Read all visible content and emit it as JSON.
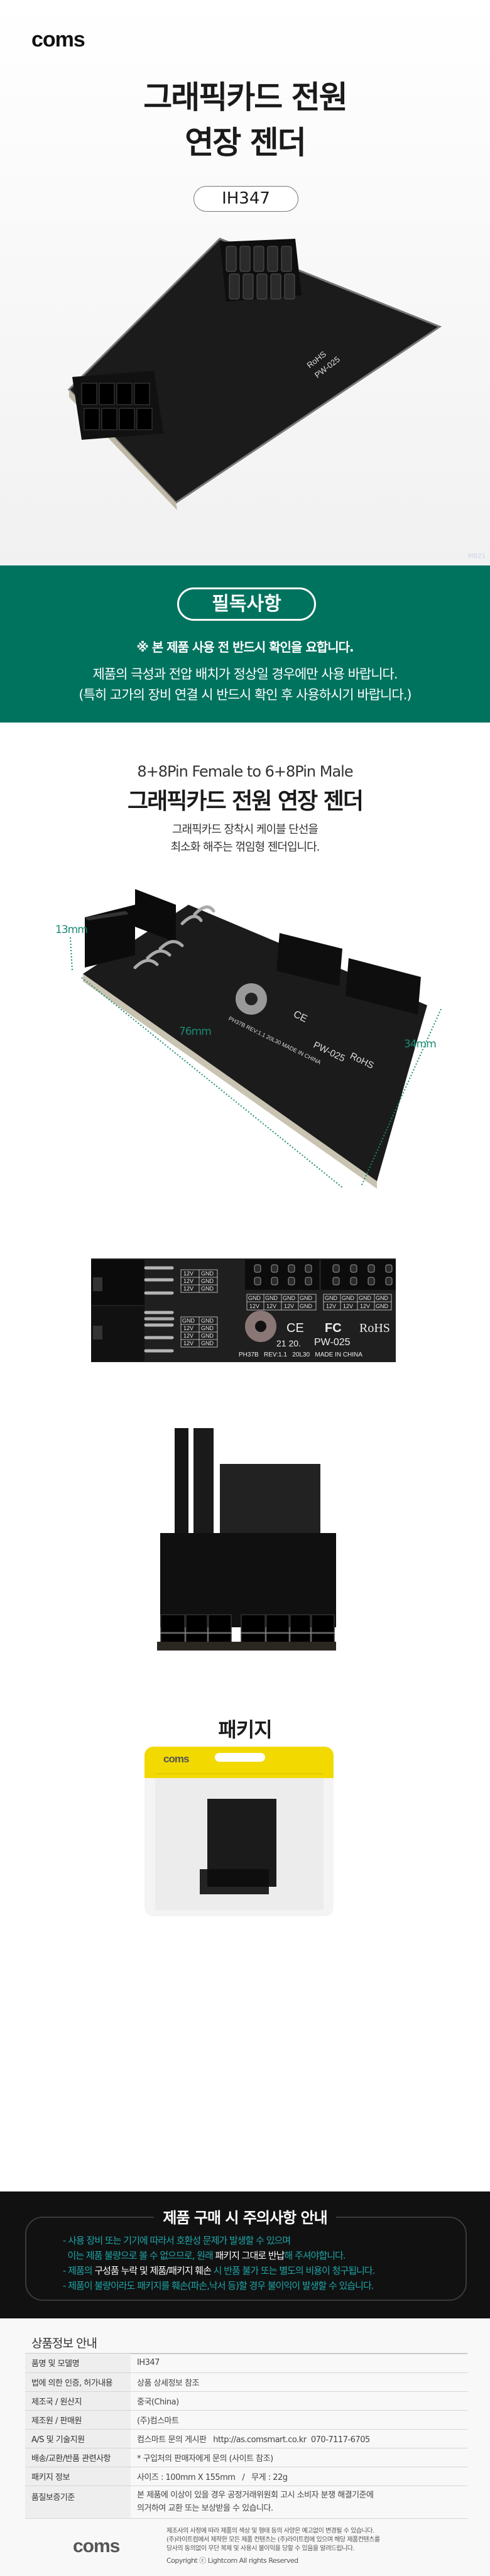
{
  "brand": {
    "logo": "coms"
  },
  "hero": {
    "title_line1": "그래픽카드 전원",
    "title_line2": "연장 젠더",
    "model_badge": "IH347",
    "watermark": "MB21"
  },
  "notice": {
    "badge": "필독사항",
    "headline": "※ 본 제품 사용 전 반드시 확인을 요합니다.",
    "line1": "제품의 극성과 전압 배치가 정상일 경우에만 사용 바랍니다.",
    "line2": "(특히 고가의 장비 연결 시 반드시 확인 후 사용하시기 바랍니다.)"
  },
  "intro": {
    "subtitle": "8+8Pin Female to 6+8Pin Male",
    "title": "그래픽카드 전원 연장 젠더",
    "desc_line1": "그래픽카드 장착시 케이블 단선을",
    "desc_line2": "최소화 해주는 꺾임형 젠더입니다."
  },
  "dimensions": {
    "height": "13mm",
    "length": "76mm",
    "width": "34mm"
  },
  "pcb": {
    "v12": "12V",
    "gnd": "GND",
    "ce": "CE",
    "fc": "FC",
    "rohs": "RoHS",
    "date_code": "21 20.",
    "model": "PW-025",
    "bottom_line": "PH37B   REV:1.1   20L30   MADE IN CHINA"
  },
  "package": {
    "title": "패키지",
    "bag_logo": "coms"
  },
  "caution": {
    "title": "제품 구매 시 주의사항 안내",
    "lines": [
      [
        {
          "t": "- 사용 장비 또는 기기에 따라서 호환성 문제가 발생할 수 있으며",
          "w": false
        }
      ],
      [
        {
          "t": "  이는 제품 불량으로 볼 수 없으므로, 원래 ",
          "w": false
        },
        {
          "t": "패키지 그대로 반납",
          "w": true
        },
        {
          "t": "해 주셔야합니다.",
          "w": false
        }
      ],
      [
        {
          "t": "- 제품의 ",
          "w": false
        },
        {
          "t": "구성품 누락 및 제품/패키지 훼손",
          "w": true
        },
        {
          "t": " 시 반품 불가 또는 별도의 비용이 청구됩니다.",
          "w": false
        }
      ],
      [
        {
          "t": "- 제품이 불량이라도 패키지를 훼손(파손,낙서 등)할 경우 불이익이 발생할 수 있습니다.",
          "w": false
        }
      ]
    ],
    "colors": {
      "teal": "#1fa5a8",
      "highlight": "#ffffff"
    }
  },
  "info": {
    "heading": "상품정보 안내",
    "rows": [
      {
        "label": "품명 및 모델명",
        "value": "IH347"
      },
      {
        "label": "법에 의한 인증, 허가내용",
        "value": "상품 상세정보 참조"
      },
      {
        "label": "제조국 / 원산지",
        "value": "중국(China)"
      },
      {
        "label": "제조원 / 판매원",
        "value": "(주)컴스마트"
      },
      {
        "label": "A/S 및 기술지원",
        "value": "컴스마트 문의 게시판   http://as.comsmart.co.kr  070-7117-6705"
      },
      {
        "label": "배송/교환/반품 관련사항",
        "value": "* 구입처의 판매자에게 문의 (사이트 참조)"
      },
      {
        "label": "패키지 정보",
        "value": "사이즈 : 100mm X 155mm   /   무게 : 22g"
      },
      {
        "label": "품질보증기준",
        "value": "본 제품에 이상이 있을 경우 공정거래위원회 고시 소비자 분쟁 해결기준에",
        "value2": "의거하여 교환 또는 보상받을 수 있습니다."
      }
    ]
  },
  "footer": {
    "logo": "coms",
    "line1": "제조사의 사정에 따라 제품의 색상 및 형태 등의 사양은 예고없이 변경될 수 있습니다.",
    "line2": "(주)라이트컴에서 제작한 모든 제품 컨텐츠는 (주)라이트컴에 있으며 해당 제품컨텐츠를",
    "line3": "당사의 동의없이 무단 복제 및 사용시 불이익을 당할 수 있음을 알려드립니다.",
    "copyright": "Copyright ⓒ Lightcom All rights Reserved"
  },
  "colors": {
    "notice_green": "#00735f",
    "dimension_teal": "#1b8a74",
    "package_yellow": "#f2d900",
    "caution_bg": "#111111"
  }
}
